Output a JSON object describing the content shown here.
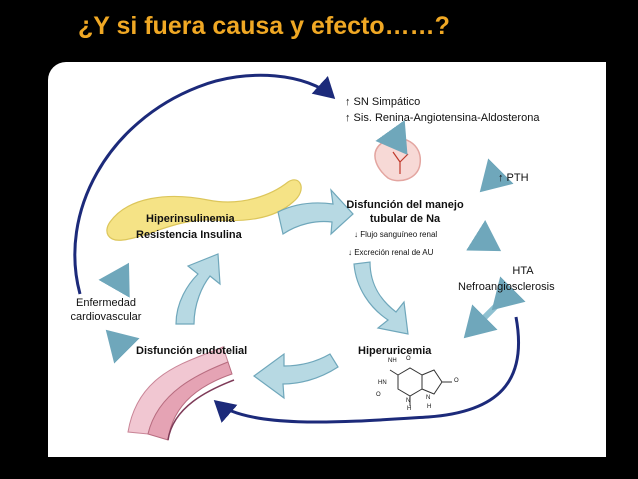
{
  "title": "¿Y si fuera causa y efecto……?",
  "colors": {
    "title": "#f0a824",
    "arrow_fill": "#b7d9e3",
    "arrow_edge": "#6fa7bb",
    "curve": "#1c2a7a",
    "background": "#000000",
    "panel": "#ffffff"
  },
  "labels": {
    "sn_simpatico": "↑ SN Simpático",
    "sra": "↑ Sis. Renina-Angiotensina-Aldosterona",
    "pth": "↑ PTH",
    "disfuncion_manejo_l1": "Disfunción del manejo",
    "disfuncion_manejo_l2": "tubular de Na",
    "flujo": "↓ Flujo sanguíneo renal",
    "excrecion": "↓ Excreción renal de AU",
    "hta": "HTA",
    "nefro": "Nefroangiosclerosis",
    "hiperinsulinemia": "Hiperinsulinemia",
    "resistencia": "Resistencia Insulina",
    "enfermedad_l1": "Enfermedad",
    "enfermedad_l2": "cardiovascular",
    "disfuncion_endotelial": "Disfunción endotelial",
    "hiperuricemia": "Hiperuricemia"
  },
  "molecule": {
    "atoms": [
      "NH",
      "HN",
      "O",
      "O",
      "O",
      "N",
      "N",
      "H",
      "H"
    ]
  },
  "icons": [
    "kidney-icon",
    "pancreas-icon",
    "artery-icon",
    "uric-acid-molecule-icon"
  ]
}
